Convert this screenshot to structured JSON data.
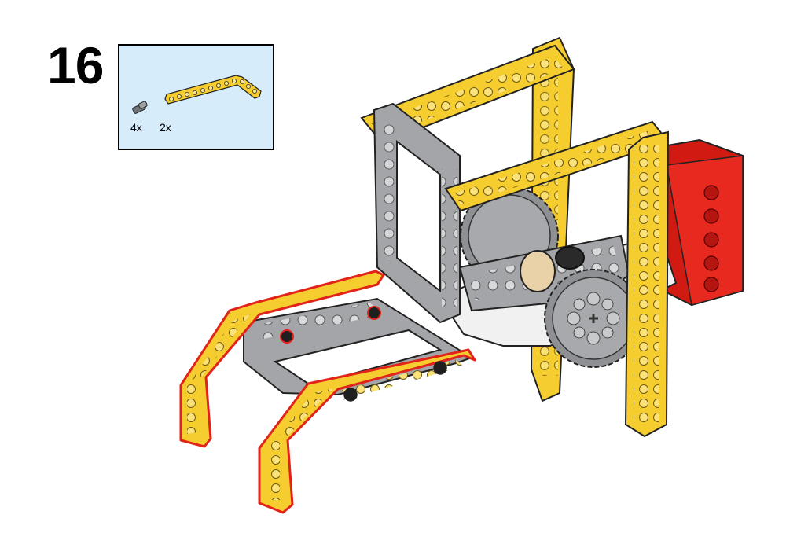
{
  "step": {
    "number": "16"
  },
  "parts_list": [
    {
      "icon": "connector-pin-icon",
      "count": "4x"
    },
    {
      "icon": "bent-beam-icon",
      "count": "2x"
    }
  ],
  "colors": {
    "beam_yellow": "#f5cd2f",
    "frame_gray": "#a3a5a8",
    "motor_red": "#d01a12",
    "parts_box_bg": "#d6ecfb",
    "highlight_outline": "#e2231a"
  }
}
